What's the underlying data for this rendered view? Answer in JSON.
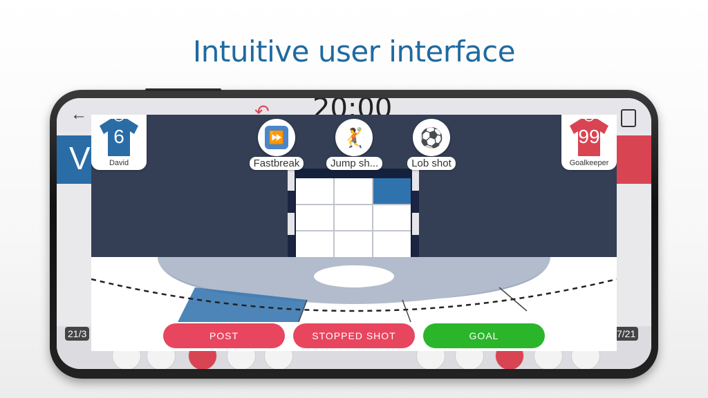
{
  "headline": "Intuitive user interface",
  "background_app": {
    "back_icon": "arrow-left-icon",
    "timer": "20:00",
    "undo_icon": "undo-icon",
    "stats_icon": "document-chart-icon",
    "team_left_letter": "V",
    "score_left": "21/3",
    "score_right": "7/21"
  },
  "dialog": {
    "shot_types": [
      {
        "label": "Fastbreak",
        "icon": "fast-forward-icon"
      },
      {
        "label": "Jump sh...",
        "icon": "handball-player-icon"
      },
      {
        "label": "Lob shot",
        "icon": "soccer-ball-icon"
      }
    ],
    "player_left": {
      "number": "6",
      "name": "David",
      "color": "#2a6ca6"
    },
    "player_right": {
      "number": "99",
      "name": "Goalkeeper",
      "color": "#d94452"
    },
    "goal_grid_selected": "top-right",
    "actions": [
      {
        "label": "POST",
        "color": "#e8455f"
      },
      {
        "label": "STOPPED SHOT",
        "color": "#e8455f"
      },
      {
        "label": "GOAL",
        "color": "#2bb52b"
      }
    ]
  }
}
